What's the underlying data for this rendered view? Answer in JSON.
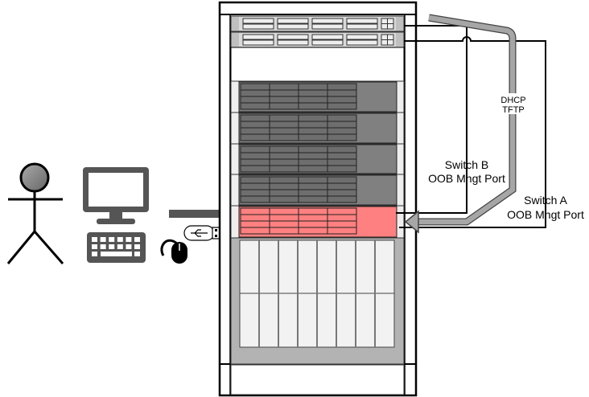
{
  "labels": {
    "dhcp": "DHCP",
    "tftp": "TFTP",
    "switch_b_line1": "Switch B",
    "switch_b_line2": "OOB Mngt Port",
    "switch_a_line1": "Switch A",
    "switch_a_line2": "OOB Mngt Port"
  },
  "colors": {
    "highlight_server": "#ff8080",
    "server": "#808080",
    "cable": "#a6a6a6",
    "icon_dark": "#505050"
  }
}
